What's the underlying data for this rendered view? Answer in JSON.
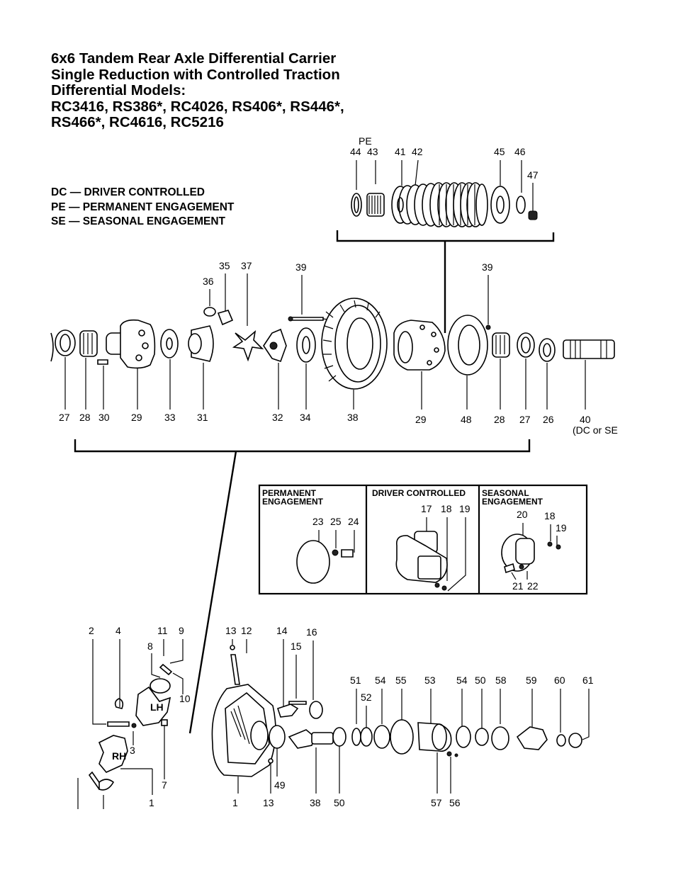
{
  "title": {
    "line1": "6x6 Tandem Rear Axle Differential Carrier",
    "line2": "Single Reduction with Controlled Traction",
    "line3": "Differential Models:",
    "line4": "RC3416, RS386*, RC4026, RS406*, RS446*,",
    "line5": "RS466*, RC4616, RC5216"
  },
  "legend": [
    "DC — DRIVER CONTROLLED",
    "PE — PERMANENT ENGAGEMENT",
    "SE — SEASONAL ENGAGEMENT"
  ],
  "clutch_group": {
    "tag": "PE",
    "labels": [
      "44",
      "43",
      "41",
      "42",
      "45",
      "46",
      "47"
    ]
  },
  "differential_row": {
    "top_labels": [
      "35",
      "37",
      "36",
      "39",
      "39"
    ],
    "bottom_labels": [
      "27",
      "28",
      "30",
      "29",
      "33",
      "31",
      "32",
      "34",
      "38",
      "29",
      "48",
      "28",
      "27",
      "26",
      "40"
    ],
    "note": "(DC or SE"
  },
  "options_box": {
    "permanent": {
      "title_line1": "PERMANENT",
      "title_line2": "ENGAGEMENT",
      "labels": [
        "23",
        "25",
        "24"
      ]
    },
    "driver": {
      "title": "DRIVER CONTROLLED",
      "labels": [
        "17",
        "18",
        "19"
      ]
    },
    "seasonal": {
      "title_line1": "SEASONAL",
      "title_line2": "ENGAGEMENT",
      "labels": [
        "20",
        "18",
        "19",
        "21",
        "22"
      ]
    }
  },
  "carrier_row": {
    "left_labels": [
      "2",
      "4",
      "11",
      "9",
      "8",
      "10",
      "3",
      "7",
      "1"
    ],
    "left_marks": {
      "lh": "LH",
      "rh": "RH"
    },
    "top_labels": [
      "13",
      "12",
      "14",
      "16",
      "15",
      "51",
      "54",
      "55",
      "53",
      "54",
      "50",
      "58",
      "59",
      "60",
      "61",
      "52"
    ],
    "bottom_labels": [
      "1",
      "13",
      "49",
      "38",
      "50",
      "57",
      "56"
    ]
  }
}
